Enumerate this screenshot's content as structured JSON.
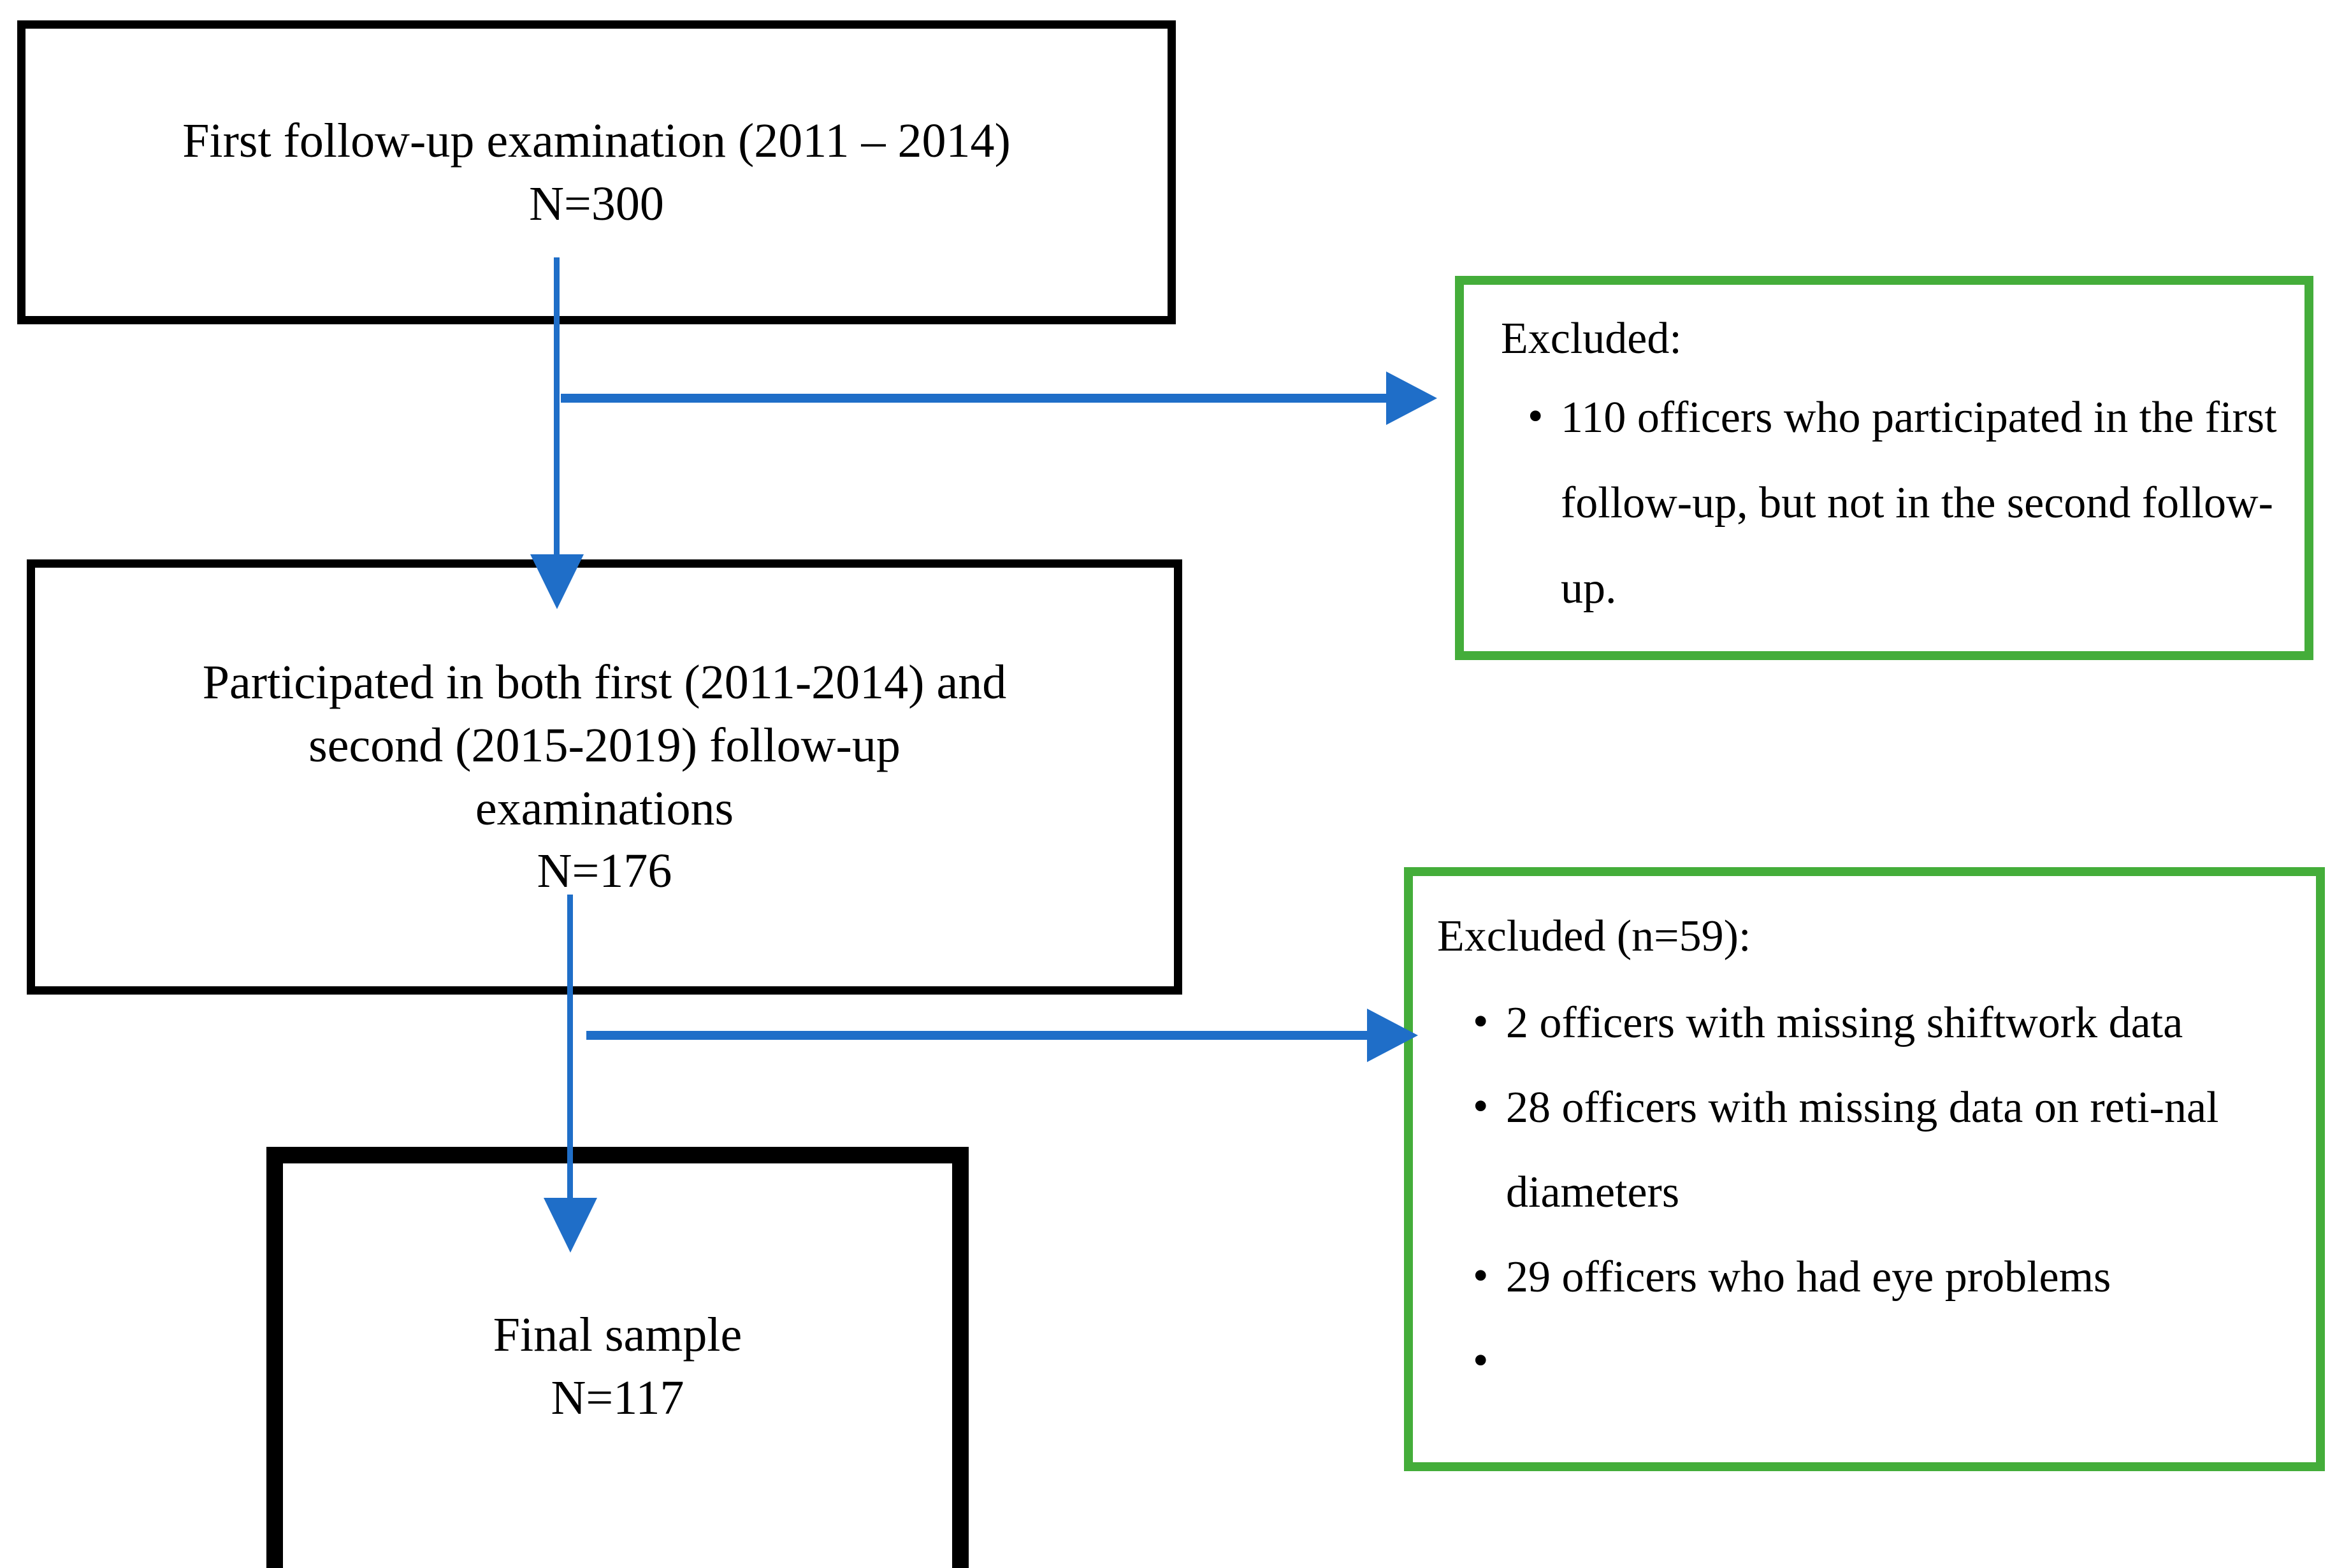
{
  "diagram": {
    "type": "flowchart",
    "title": "Study participant flow diagram",
    "colors": {
      "node_border": "#000000",
      "excluded_border": "#44ad3a",
      "connector": "#1f6ec8",
      "background": "#ffffff",
      "text": "#000000"
    }
  },
  "nodes": {
    "first_followup": {
      "line1": "First follow-up examination (2011 – 2014)",
      "line2": "N=300",
      "n": 300
    },
    "both_followups": {
      "line1": "Participated in both first (2011-2014) and",
      "line2": "second (2015-2019) follow-up",
      "line3": "examinations",
      "line4": "N=176",
      "n": 176
    },
    "final_sample": {
      "line1": "Final sample",
      "line2": "N=117",
      "n": 117
    }
  },
  "excluded_first": {
    "heading": "Excluded:",
    "items": [
      "110 officers who participated in the first follow-up, but not in the second follow-up."
    ]
  },
  "excluded_second": {
    "heading": "Excluded (n=59):",
    "n": 59,
    "items": [
      "2 officers with missing shiftwork data",
      "28 officers with missing data on reti-nal diameters",
      "29 officers who had eye problems"
    ],
    "clipped_item": ""
  },
  "connectors": {
    "first_to_both": "arrow-down",
    "both_to_final": "arrow-down",
    "first_to_excluded": "arrow-right",
    "both_to_excluded": "arrow-right"
  }
}
